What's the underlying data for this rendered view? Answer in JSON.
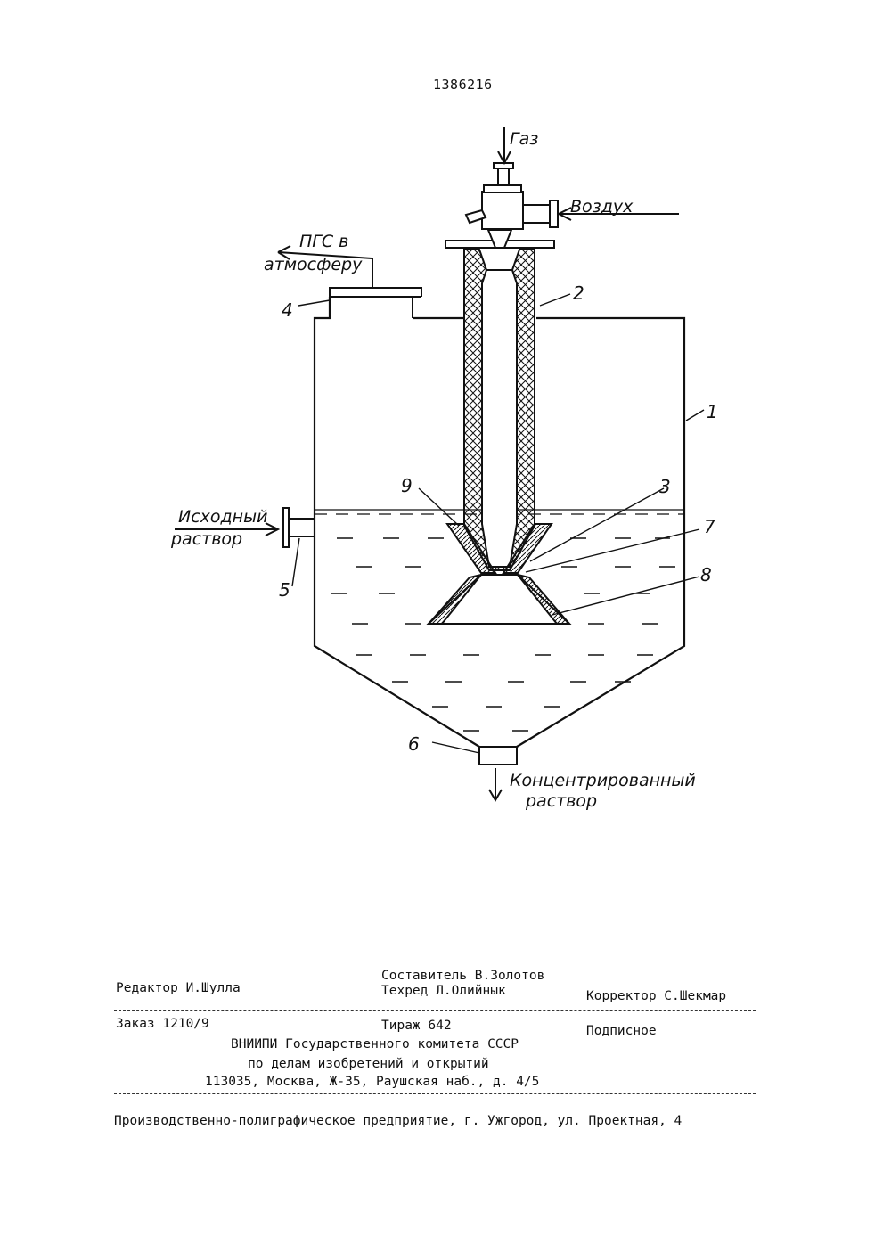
{
  "patent_number": "1386216",
  "figure": {
    "labels": {
      "gas": "Газ",
      "air": "Воздух",
      "exhaust_line1": "ПГС в",
      "exhaust_line2": "атмосферу",
      "feed_line1": "Исходный",
      "feed_line2": "раствор",
      "product_line1": "Концентрированный",
      "product_line2": "раствор"
    },
    "part_numbers": {
      "n1": "1",
      "n2": "2",
      "n3": "3",
      "n4": "4",
      "n5": "5",
      "n6": "6",
      "n7": "7",
      "n8": "8",
      "n9": "9"
    }
  },
  "imprint": {
    "editor": "Редактор И.Шулла",
    "compiler": "Составитель В.Золотов",
    "techred": "Техред Л.Олийнык",
    "corrector": "Корректор С.Шекмар",
    "order": "Заказ 1210/9",
    "circulation": "Тираж 642",
    "subscription": "Подписное",
    "org_line1": "ВНИИПИ Государственного комитета СССР",
    "org_line2": "по делам изобретений и открытий",
    "org_line3": "113035, Москва, Ж-35, Раушская наб., д. 4/5",
    "printer": "Производственно-полиграфическое предприятие, г. Ужгород, ул. Проектная, 4"
  }
}
